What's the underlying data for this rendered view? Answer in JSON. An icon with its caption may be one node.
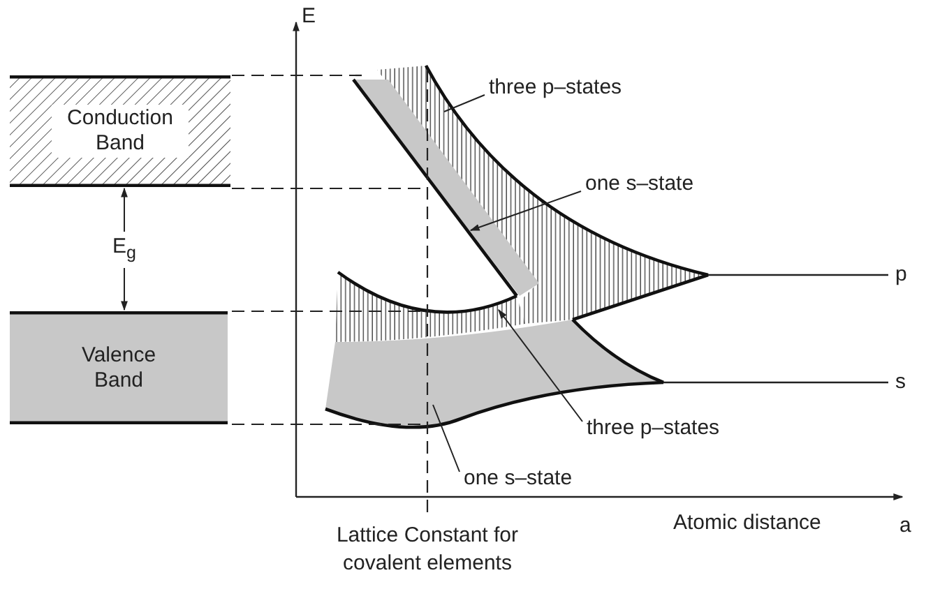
{
  "diagram": {
    "nodes": [
      {
        "text": [
          "Conduction Band"
        ]
      },
      {
        "text": [
          "Valence Band"
        ]
      },
      {
        "text": [
          "three p–states"
        ]
      },
      {
        "text": [
          "one s–state"
        ]
      },
      {
        "text": [
          "three p–states"
        ]
      },
      {
        "text": [
          "one s–state"
        ]
      }
    ],
    "edges": [
      {
        "from": 2,
        "to": null,
        "arrow": "none"
      },
      {
        "from": 3,
        "to": null,
        "arrow": "to"
      },
      {
        "from": 4,
        "to": null,
        "arrow": "to"
      },
      {
        "from": 5,
        "to": null,
        "arrow": "none"
      },
      {
        "from": 0,
        "to": 1,
        "arrow": "both",
        "label": "E$_{g}$"
      }
    ],
    "labels": [
      "E",
      "p",
      "s",
      "Atomic distance",
      "a",
      "Lattice Constant for covalent elements"
    ]
  }
}
